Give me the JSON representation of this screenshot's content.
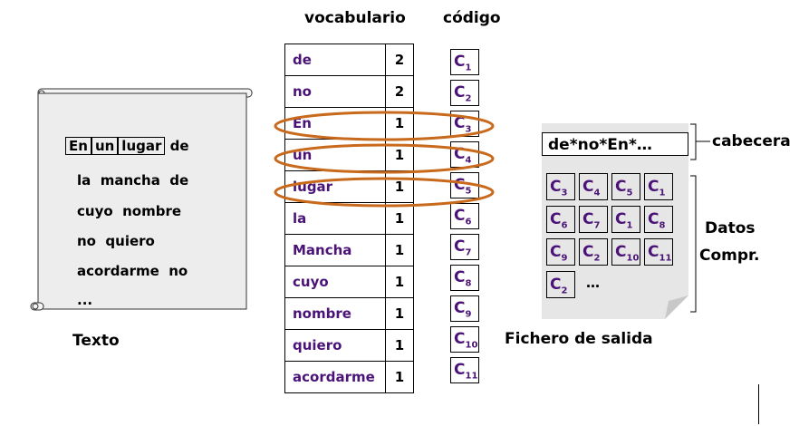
{
  "headers": {
    "vocabulary": "vocabulario",
    "code": "código"
  },
  "text_panel": {
    "boxed_words": [
      "En",
      "un",
      "lugar"
    ],
    "first_line_rest": "de",
    "lines": [
      "la  mancha  de",
      "cuyo  nombre",
      "no  quiero",
      "acordarme  no",
      "..."
    ],
    "caption": "Texto"
  },
  "vocabulary": [
    {
      "word": "de",
      "count": "2"
    },
    {
      "word": "no",
      "count": "2"
    },
    {
      "word": "En",
      "count": "1"
    },
    {
      "word": "un",
      "count": "1"
    },
    {
      "word": "lugar",
      "count": "1"
    },
    {
      "word": "la",
      "count": "1"
    },
    {
      "word": "Mancha",
      "count": "1"
    },
    {
      "word": "cuyo",
      "count": "1"
    },
    {
      "word": "nombre",
      "count": "1"
    },
    {
      "word": "quiero",
      "count": "1"
    },
    {
      "word": "acordarme",
      "count": "1"
    }
  ],
  "codes": [
    "1",
    "2",
    "3",
    "4",
    "5",
    "6",
    "7",
    "8",
    "9",
    "10",
    "11"
  ],
  "code_prefix": "C",
  "output": {
    "header_text": "de*no*En*…",
    "header_label": "cabecera",
    "data_label_1": "Datos",
    "data_label_2": "Compr.",
    "caption": "Fichero de salida",
    "grid": [
      [
        "3",
        "4",
        "5",
        "1"
      ],
      [
        "6",
        "7",
        "1",
        "8"
      ],
      [
        "9",
        "2",
        "10",
        "11"
      ],
      [
        "2"
      ]
    ],
    "grid_ellipsis": "…"
  },
  "colors": {
    "word": "#4b1377",
    "ellipse": "#c8691c",
    "file": "#e6e6e6",
    "scroll": "#ededed"
  }
}
